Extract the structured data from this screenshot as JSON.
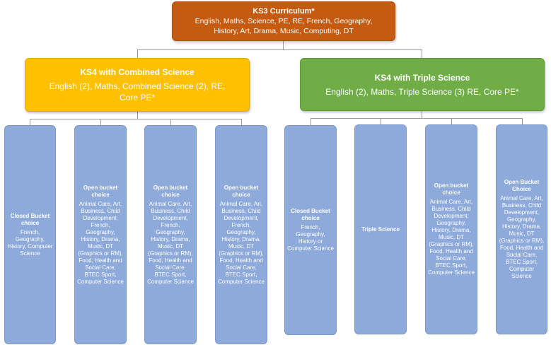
{
  "ks3": {
    "title": "KS3 Curriculum*",
    "line1": "English, Maths, Science, PE, RE, French, Geography,",
    "line2": "History, Art, Drama, Music, Computing, DT"
  },
  "ks4_combined": {
    "title": "KS4 with Combined Science",
    "line1": "English (2), Maths, Combined Science (2), RE,",
    "line2": "Core PE*"
  },
  "ks4_triple": {
    "title": "KS4 with Triple Science",
    "line1": "English (2), Maths, Triple Science (3) RE, Core PE*"
  },
  "columns": [
    {
      "title": "Closed Bucket choice",
      "body": "French, Geography, History, Computer Science"
    },
    {
      "title": "Open bucket choice",
      "body": "Animal Care, Art, Business, Child Development, French, Geography, History, Drama, Music, DT (Graphics or RM), Food, Health and Social Care, BTEC Sport, Computer Science"
    },
    {
      "title": "Open bucket choice",
      "body": "Animal Care, Art, Business, Child Development, French, Geography, History, Drama, Music, DT (Graphics or RM), Food, Health and Social Care, BTEC Sport, Computer Science"
    },
    {
      "title": "Open bucket choice",
      "body": "Animal Care, Art, Business, Child Development, French, Geography, History, Drama, Music, DT (Graphics or RM), Food, Health and Social Care, BTEC Sport, Computer Science"
    },
    {
      "title": "Closed Bucket choice",
      "body": "French, Geography, History or Computer Science"
    },
    {
      "title": "Triple Science",
      "body": ""
    },
    {
      "title": "Open bucket choice",
      "body": "Animal Care, Art, Business, Child Development, Geography, History, Drama, Music, DT (Graphics or RM), Food, Health and Social Care, BTEC Sport, Computer Science"
    },
    {
      "title": "Open Bucket Choice",
      "body": "Animal Care, Art, Business, Child Development, Geography, History, Drama, Music, DT (Graphics or RM), Food, Health and Social Care, BTEC Sport, Computer Science"
    }
  ]
}
